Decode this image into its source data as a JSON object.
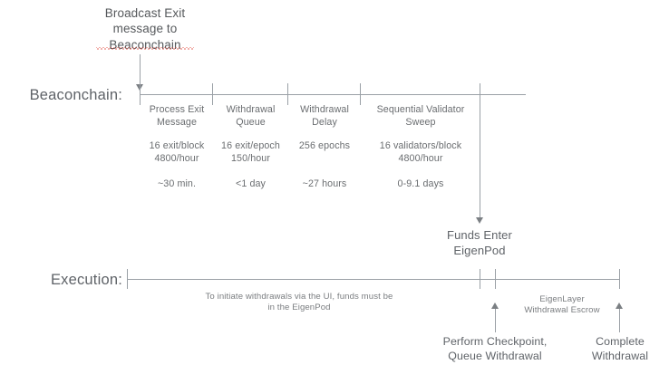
{
  "diagram": {
    "title_note": "Broadcast Exit\nmessage to\nBeaconchain",
    "misspelled_word": "Beaconchain",
    "lanes": {
      "beaconchain_label": "Beaconchain:",
      "execution_label": "Execution:"
    },
    "beaconchain_phases": [
      {
        "name": "Process Exit\nMessage",
        "rate": "16 exit/block\n4800/hour",
        "duration": "~30 min."
      },
      {
        "name": "Withdrawal\nQueue",
        "rate": "16 exit/epoch\n150/hour",
        "duration": "<1 day"
      },
      {
        "name": "Withdrawal\nDelay",
        "rate": "256 epochs",
        "duration": "~27 hours"
      },
      {
        "name": "Sequential Validator\nSweep",
        "rate": "16 validators/block\n4800/hour",
        "duration": "0-9.1 days"
      }
    ],
    "funds_enter_note": "Funds Enter\nEigenPod",
    "execution_note": "To initiate withdrawals via the UI, funds must be\nin the EigenPod",
    "escrow_note": "EigenLayer\nWithdrawal Escrow",
    "execution_events": [
      "Perform Checkpoint,\nQueue Withdrawal",
      "Complete\nWithdrawal"
    ],
    "colors": {
      "line": "#9aa0a6",
      "text": "#5f6368",
      "spellcheck": "#e04a3f",
      "background": "#ffffff"
    }
  }
}
